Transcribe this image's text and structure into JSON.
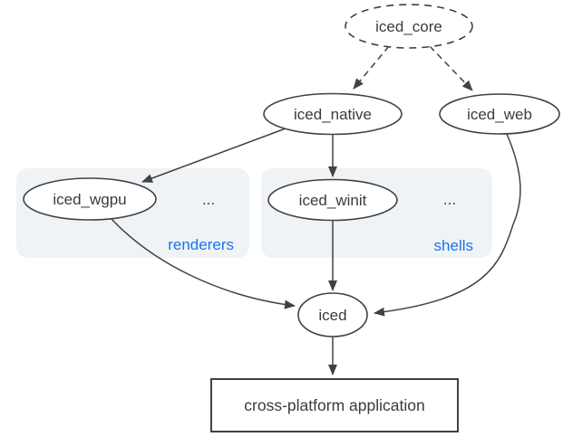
{
  "diagram": {
    "nodes": {
      "iced_core": {
        "label": "iced_core"
      },
      "iced_native": {
        "label": "iced_native"
      },
      "iced_web": {
        "label": "iced_web"
      },
      "iced_wgpu": {
        "label": "iced_wgpu"
      },
      "iced_winit": {
        "label": "iced_winit"
      },
      "iced": {
        "label": "iced"
      },
      "app": {
        "label": "cross-platform application"
      }
    },
    "groups": {
      "renderers": {
        "label": "renderers",
        "ellipsis": "..."
      },
      "shells": {
        "label": "shells",
        "ellipsis": "..."
      }
    },
    "colors": {
      "stroke": "#3f4245",
      "text": "#3a3b3d",
      "accent_blue": "#1a73e8",
      "group_fill": "#f0f3f6",
      "node_fill": "#ffffff",
      "background": "#ffffff"
    }
  }
}
